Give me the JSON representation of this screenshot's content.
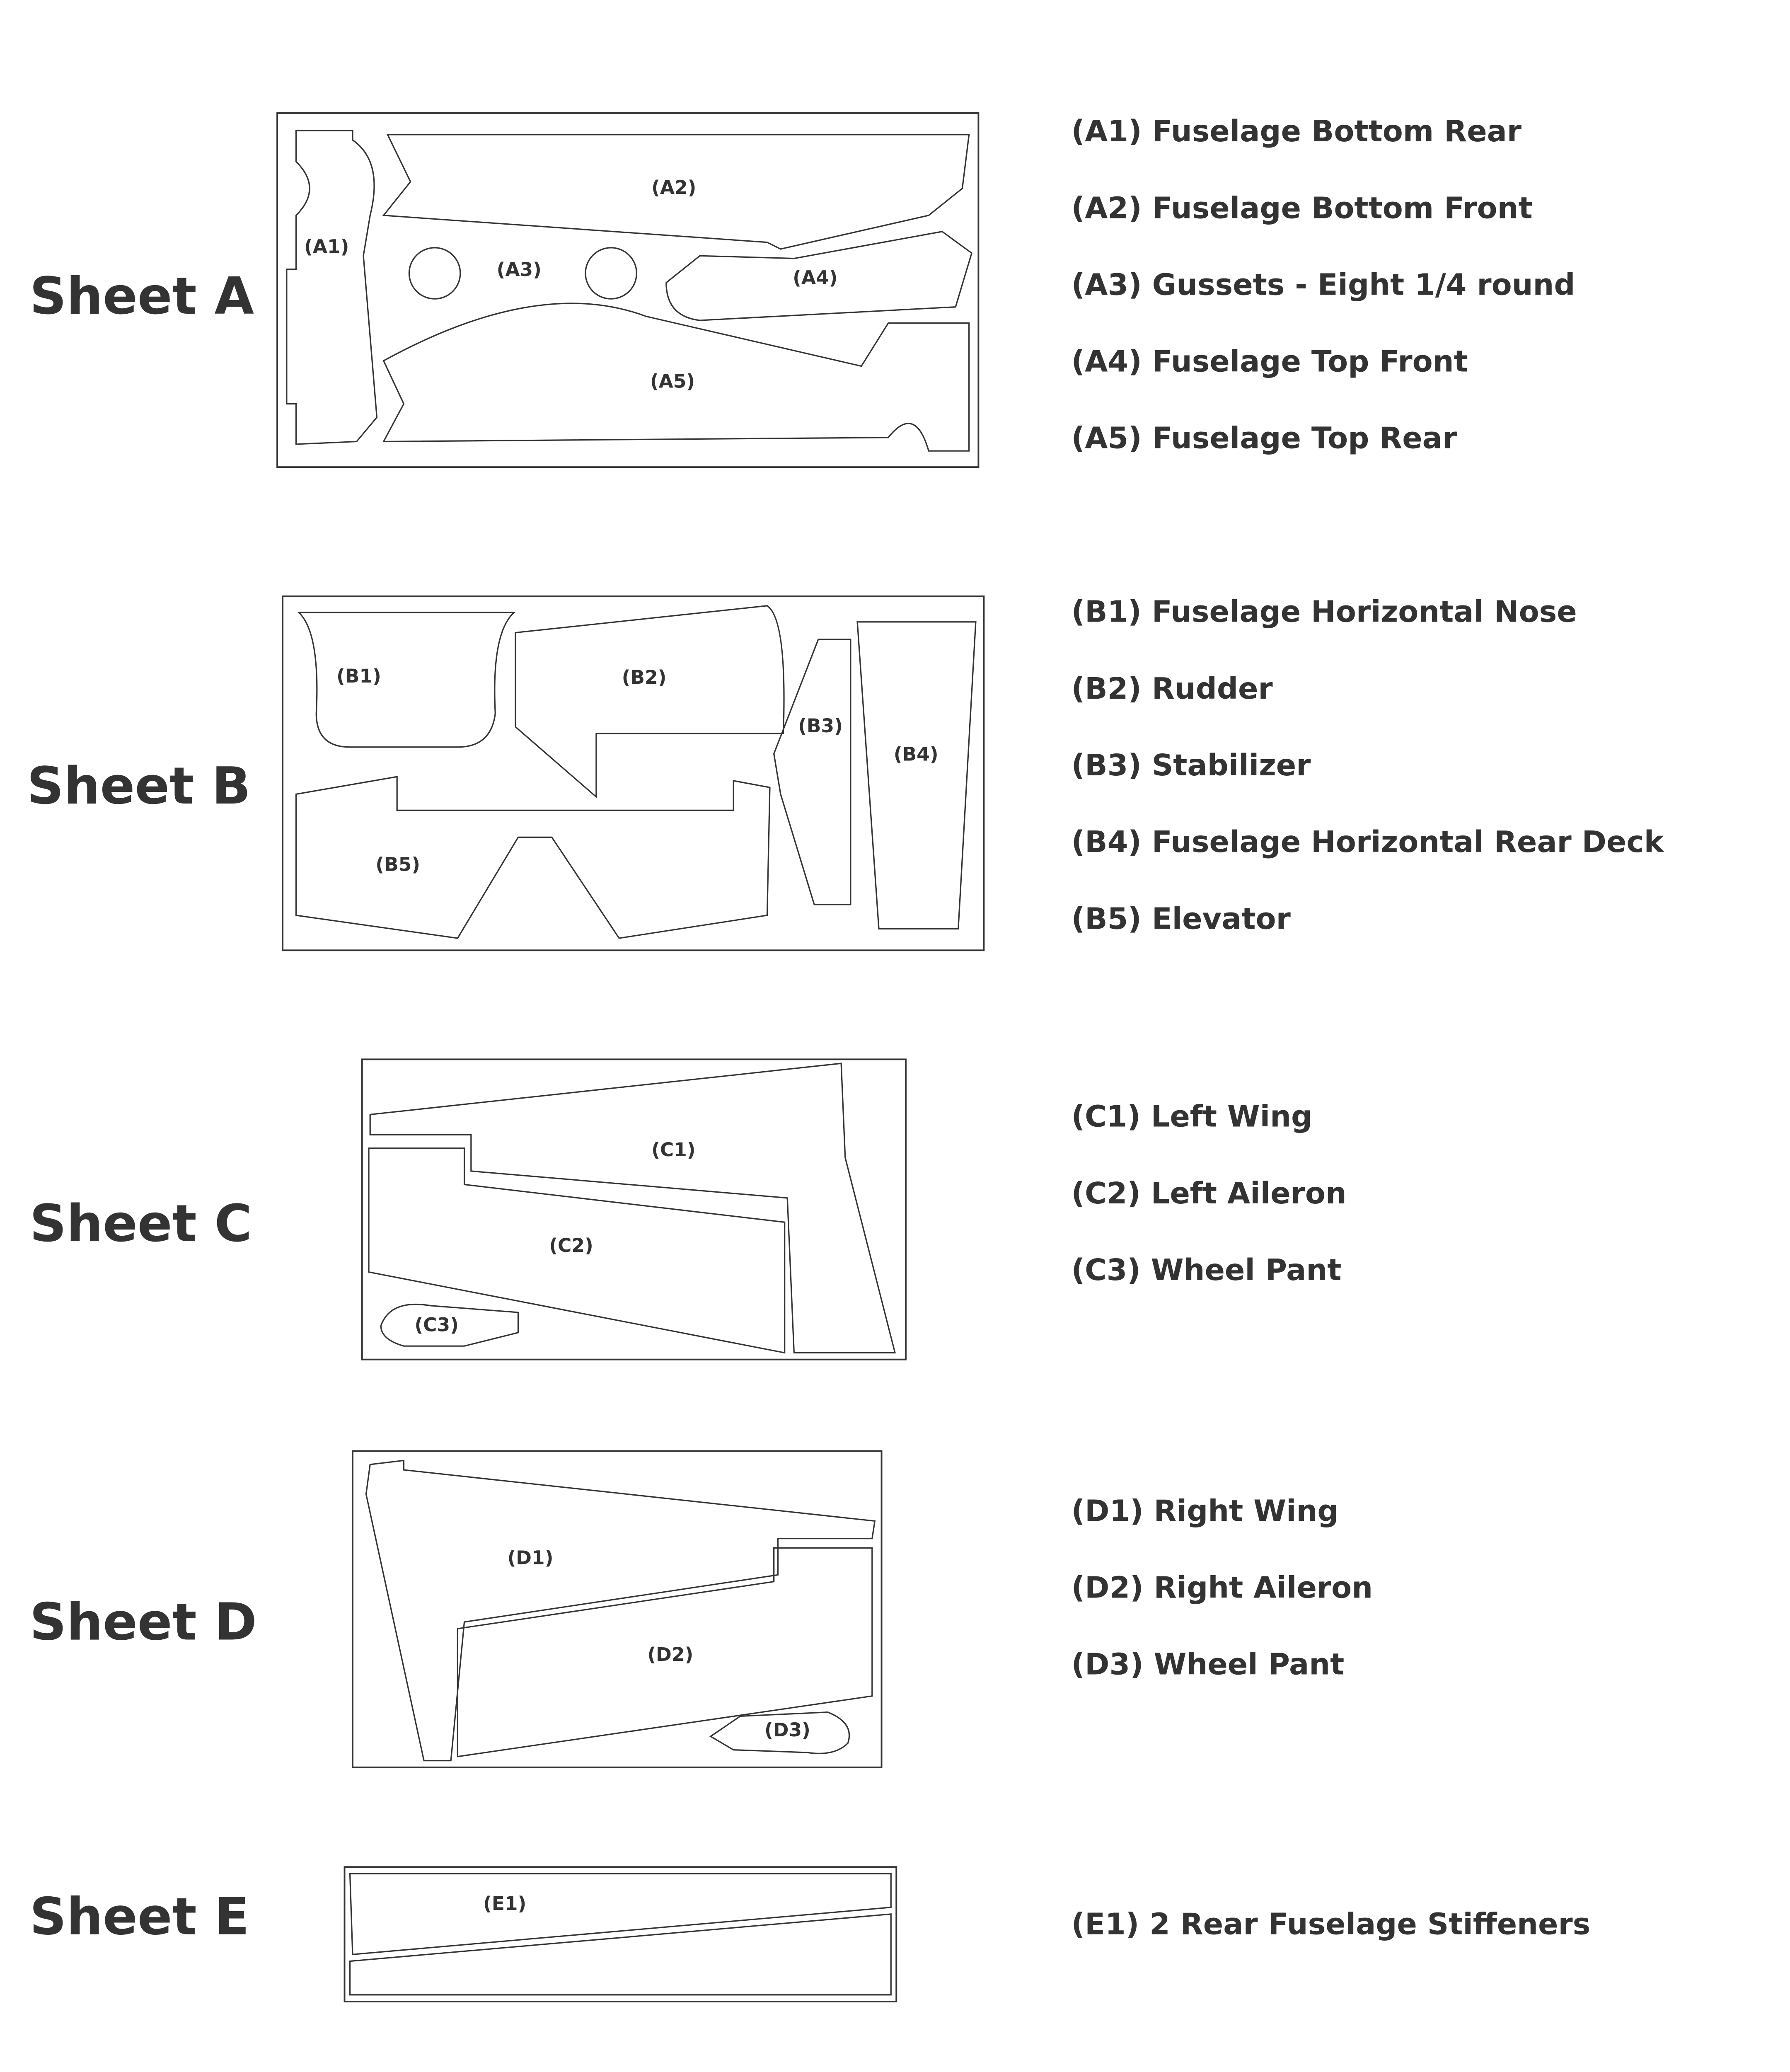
{
  "sheets": [
    {
      "title": "Sheet A",
      "parts": [
        {
          "code": "(A1)",
          "legend": "(A1) Fuselage Bottom Rear"
        },
        {
          "code": "(A2)",
          "legend": "(A2) Fuselage Bottom Front"
        },
        {
          "code": "(A3)",
          "legend": "(A3) Gussets - Eight 1/4 round"
        },
        {
          "code": "(A4)",
          "legend": "(A4) Fuselage Top Front"
        },
        {
          "code": "(A5)",
          "legend": "(A5) Fuselage Top Rear"
        }
      ]
    },
    {
      "title": "Sheet B",
      "parts": [
        {
          "code": "(B1)",
          "legend": "(B1) Fuselage Horizontal Nose"
        },
        {
          "code": "(B2)",
          "legend": "(B2) Rudder"
        },
        {
          "code": "(B3)",
          "legend": "(B3) Stabilizer"
        },
        {
          "code": "(B4)",
          "legend": "(B4) Fuselage Horizontal Rear Deck"
        },
        {
          "code": "(B5)",
          "legend": "(B5) Elevator"
        }
      ]
    },
    {
      "title": "Sheet C",
      "parts": [
        {
          "code": "(C1)",
          "legend": "(C1) Left Wing"
        },
        {
          "code": "(C2)",
          "legend": "(C2) Left Aileron"
        },
        {
          "code": "(C3)",
          "legend": "(C3) Wheel Pant"
        }
      ]
    },
    {
      "title": "Sheet D",
      "parts": [
        {
          "code": "(D1)",
          "legend": "(D1) Right Wing"
        },
        {
          "code": "(D2)",
          "legend": "(D2) Right Aileron"
        },
        {
          "code": "(D3)",
          "legend": "(D3) Wheel Pant"
        }
      ]
    },
    {
      "title": "Sheet E",
      "parts": [
        {
          "code": "(E1)",
          "legend": "(E1) 2 Rear Fuselage Stiffeners"
        }
      ]
    }
  ]
}
